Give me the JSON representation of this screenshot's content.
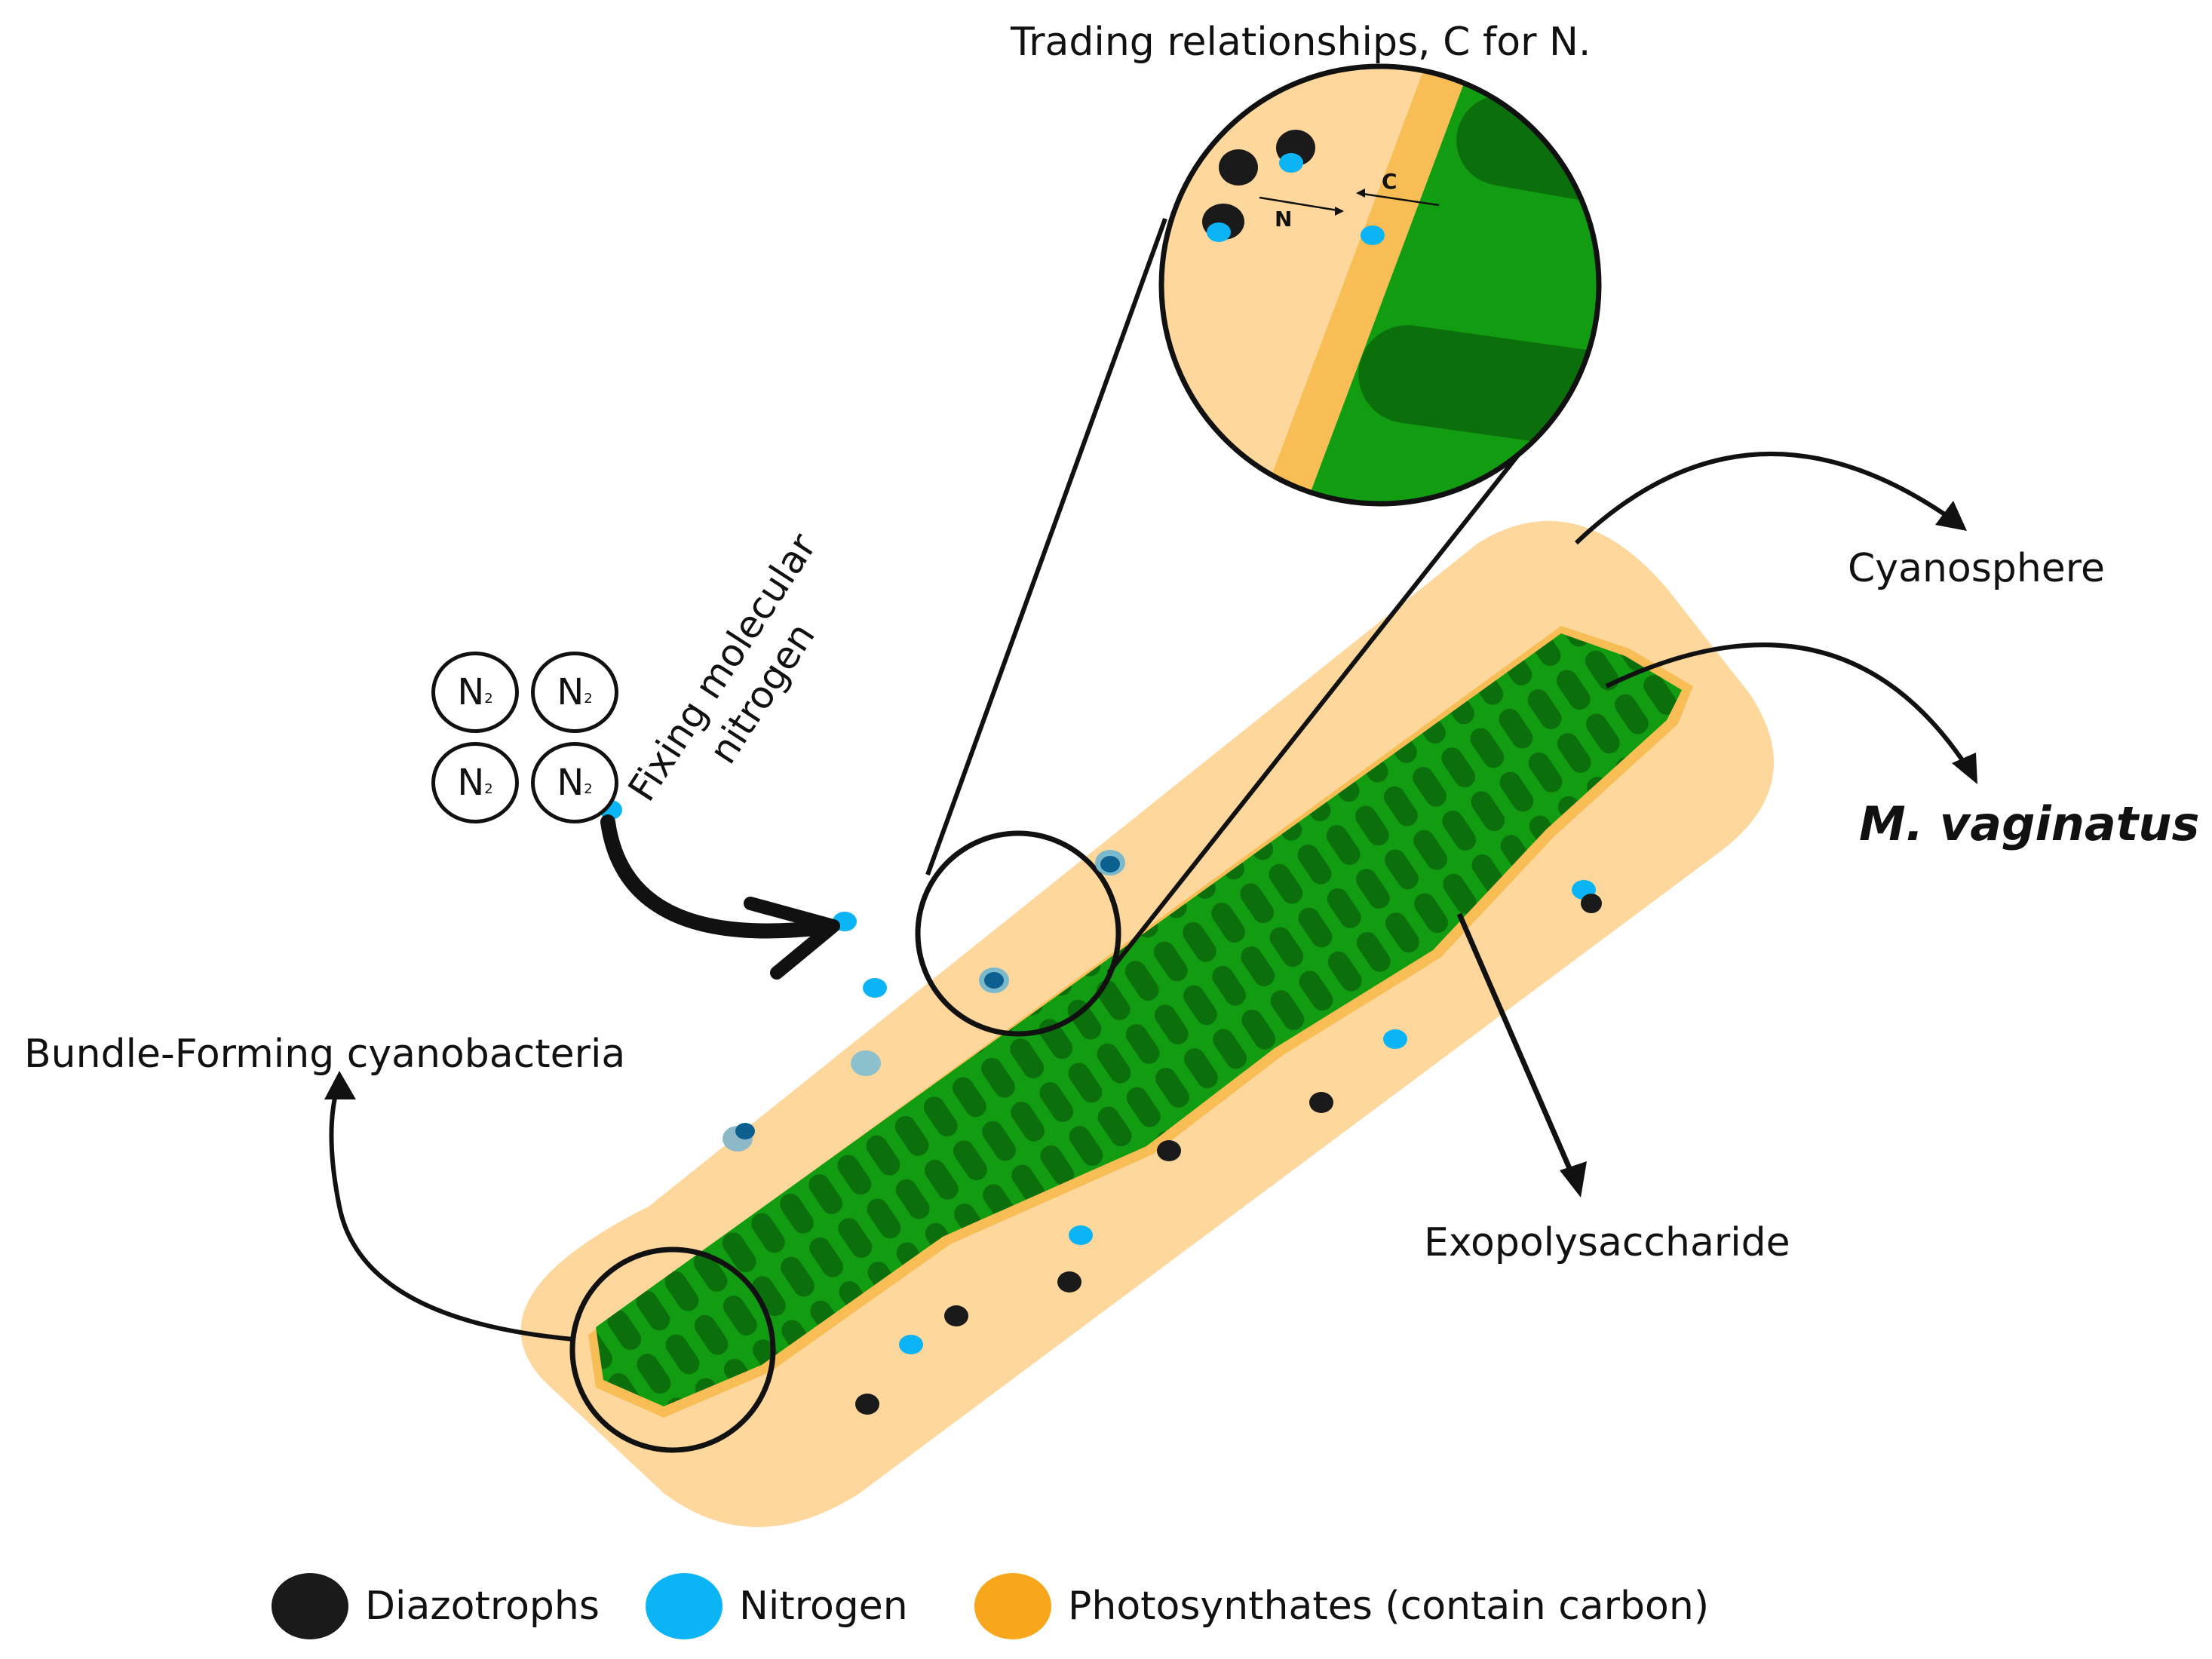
{
  "title": "Trading relationships, C for N.",
  "labels": {
    "cyanosphere": "Cyanosphere",
    "species": "M. vaginatus",
    "exopolysaccharide": "Exopolysaccharide",
    "bundle_forming": "Bundle-Forming cyanobacteria",
    "fixing": "Fixing molecular\nnitrogen"
  },
  "zoom": {
    "c_label": "C",
    "n_label": "N"
  },
  "n2_molecules": [
    {
      "base": "N",
      "sub": "2"
    },
    {
      "base": "N",
      "sub": "2"
    },
    {
      "base": "N",
      "sub": "2"
    },
    {
      "base": "N",
      "sub": "2"
    }
  ],
  "legend": [
    {
      "label": "Diazotrophs",
      "color": "#1a1a1a"
    },
    {
      "label": "Nitrogen",
      "color": "#0ab4f5"
    },
    {
      "label": "Photosynthates (contain carbon)",
      "color": "#f8a71c"
    }
  ],
  "colors": {
    "sheath": "#fdd79b",
    "photosynthate_edge": "#f8be55",
    "filament": "#129c12",
    "filament_dark": "#0b6f0b",
    "nitrogen": "#0ab4f5",
    "diazotroph": "#1a1a1a"
  }
}
